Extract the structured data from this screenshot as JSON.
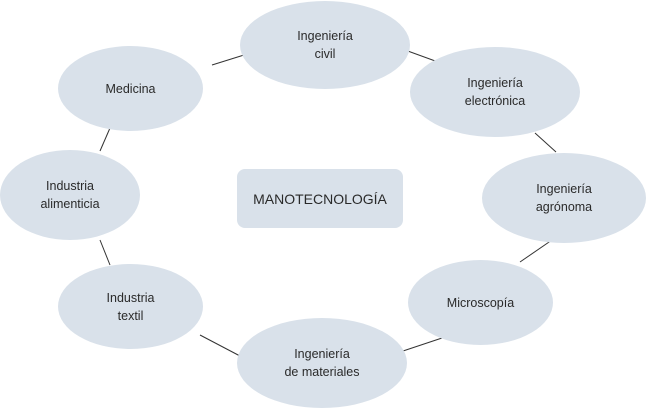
{
  "center": "MANOTECNOLOGÍA",
  "nodes": [
    {
      "label": "Ingeniería\ncivil"
    },
    {
      "label": "Ingeniería\nelectrónica"
    },
    {
      "label": "Ingeniería\nagrónoma"
    },
    {
      "label": "Microscopía"
    },
    {
      "label": "Ingeniería\nde materiales"
    },
    {
      "label": "Industria\ntextil"
    },
    {
      "label": "Industria\nalimenticia"
    },
    {
      "label": "Medicina"
    }
  ],
  "colors": {
    "fill": "#d9e1ea",
    "line": "#333333"
  }
}
